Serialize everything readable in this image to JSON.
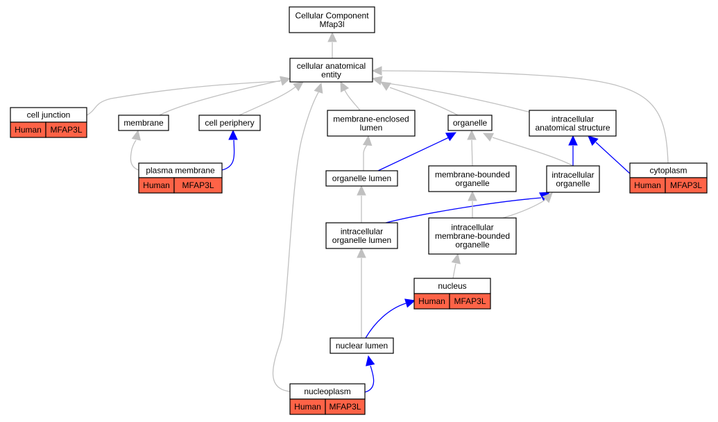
{
  "colors": {
    "is_a_edge": "#c0c0c0",
    "part_of_edge": "#0000ff",
    "annotation_fill": "#ff6347",
    "node_fill": "#ffffff"
  },
  "nodes": {
    "root": [
      "Cellular Component",
      "Mfap3l"
    ],
    "cae": [
      "cellular anatomical",
      "entity"
    ],
    "cell_junction": [
      "cell junction"
    ],
    "membrane": [
      "membrane"
    ],
    "cell_periphery": [
      "cell periphery"
    ],
    "mel": [
      "membrane-enclosed",
      "lumen"
    ],
    "organelle": [
      "organelle"
    ],
    "ias": [
      "intracellular",
      "anatomical structure"
    ],
    "plasma_membrane": [
      "plasma membrane"
    ],
    "organelle_lumen": [
      "organelle lumen"
    ],
    "mbo": [
      "membrane-bounded",
      "organelle"
    ],
    "io": [
      "intracellular",
      "organelle"
    ],
    "cytoplasm": [
      "cytoplasm"
    ],
    "iol": [
      "intracellular",
      "organelle lumen"
    ],
    "imbo": [
      "intracellular",
      "membrane-bounded",
      "organelle"
    ],
    "nucleus": [
      "nucleus"
    ],
    "nuclear_lumen": [
      "nuclear lumen"
    ],
    "nucleoplasm": [
      "nucleoplasm"
    ]
  },
  "annotations": {
    "cell_junction": [
      "Human",
      "MFAP3L"
    ],
    "plasma_membrane": [
      "Human",
      "MFAP3L"
    ],
    "cytoplasm": [
      "Human",
      "MFAP3L"
    ],
    "nucleus": [
      "Human",
      "MFAP3L"
    ],
    "nucleoplasm": [
      "Human",
      "MFAP3L"
    ]
  },
  "edges": [
    {
      "from": "cae",
      "to": "root",
      "type": "is_a"
    },
    {
      "from": "cell_junction",
      "to": "cae",
      "type": "is_a"
    },
    {
      "from": "membrane",
      "to": "cae",
      "type": "is_a"
    },
    {
      "from": "cell_periphery",
      "to": "cae",
      "type": "is_a"
    },
    {
      "from": "mel",
      "to": "cae",
      "type": "is_a"
    },
    {
      "from": "organelle",
      "to": "cae",
      "type": "is_a"
    },
    {
      "from": "ias",
      "to": "cae",
      "type": "is_a"
    },
    {
      "from": "cytoplasm",
      "to": "cae",
      "type": "is_a"
    },
    {
      "from": "nucleoplasm",
      "to": "cae",
      "type": "is_a"
    },
    {
      "from": "plasma_membrane",
      "to": "membrane",
      "type": "is_a"
    },
    {
      "from": "plasma_membrane",
      "to": "cell_periphery",
      "type": "part_of"
    },
    {
      "from": "organelle_lumen",
      "to": "mel",
      "type": "is_a"
    },
    {
      "from": "organelle_lumen",
      "to": "organelle",
      "type": "part_of"
    },
    {
      "from": "mbo",
      "to": "organelle",
      "type": "is_a"
    },
    {
      "from": "io",
      "to": "organelle",
      "type": "is_a"
    },
    {
      "from": "io",
      "to": "ias",
      "type": "part_of"
    },
    {
      "from": "cytoplasm",
      "to": "ias",
      "type": "part_of"
    },
    {
      "from": "iol",
      "to": "organelle_lumen",
      "type": "is_a"
    },
    {
      "from": "iol",
      "to": "io",
      "type": "part_of"
    },
    {
      "from": "imbo",
      "to": "mbo",
      "type": "is_a"
    },
    {
      "from": "imbo",
      "to": "io",
      "type": "is_a"
    },
    {
      "from": "nucleus",
      "to": "imbo",
      "type": "is_a"
    },
    {
      "from": "nuclear_lumen",
      "to": "iol",
      "type": "is_a"
    },
    {
      "from": "nuclear_lumen",
      "to": "nucleus",
      "type": "part_of"
    },
    {
      "from": "nucleoplasm",
      "to": "nuclear_lumen",
      "type": "part_of"
    }
  ]
}
